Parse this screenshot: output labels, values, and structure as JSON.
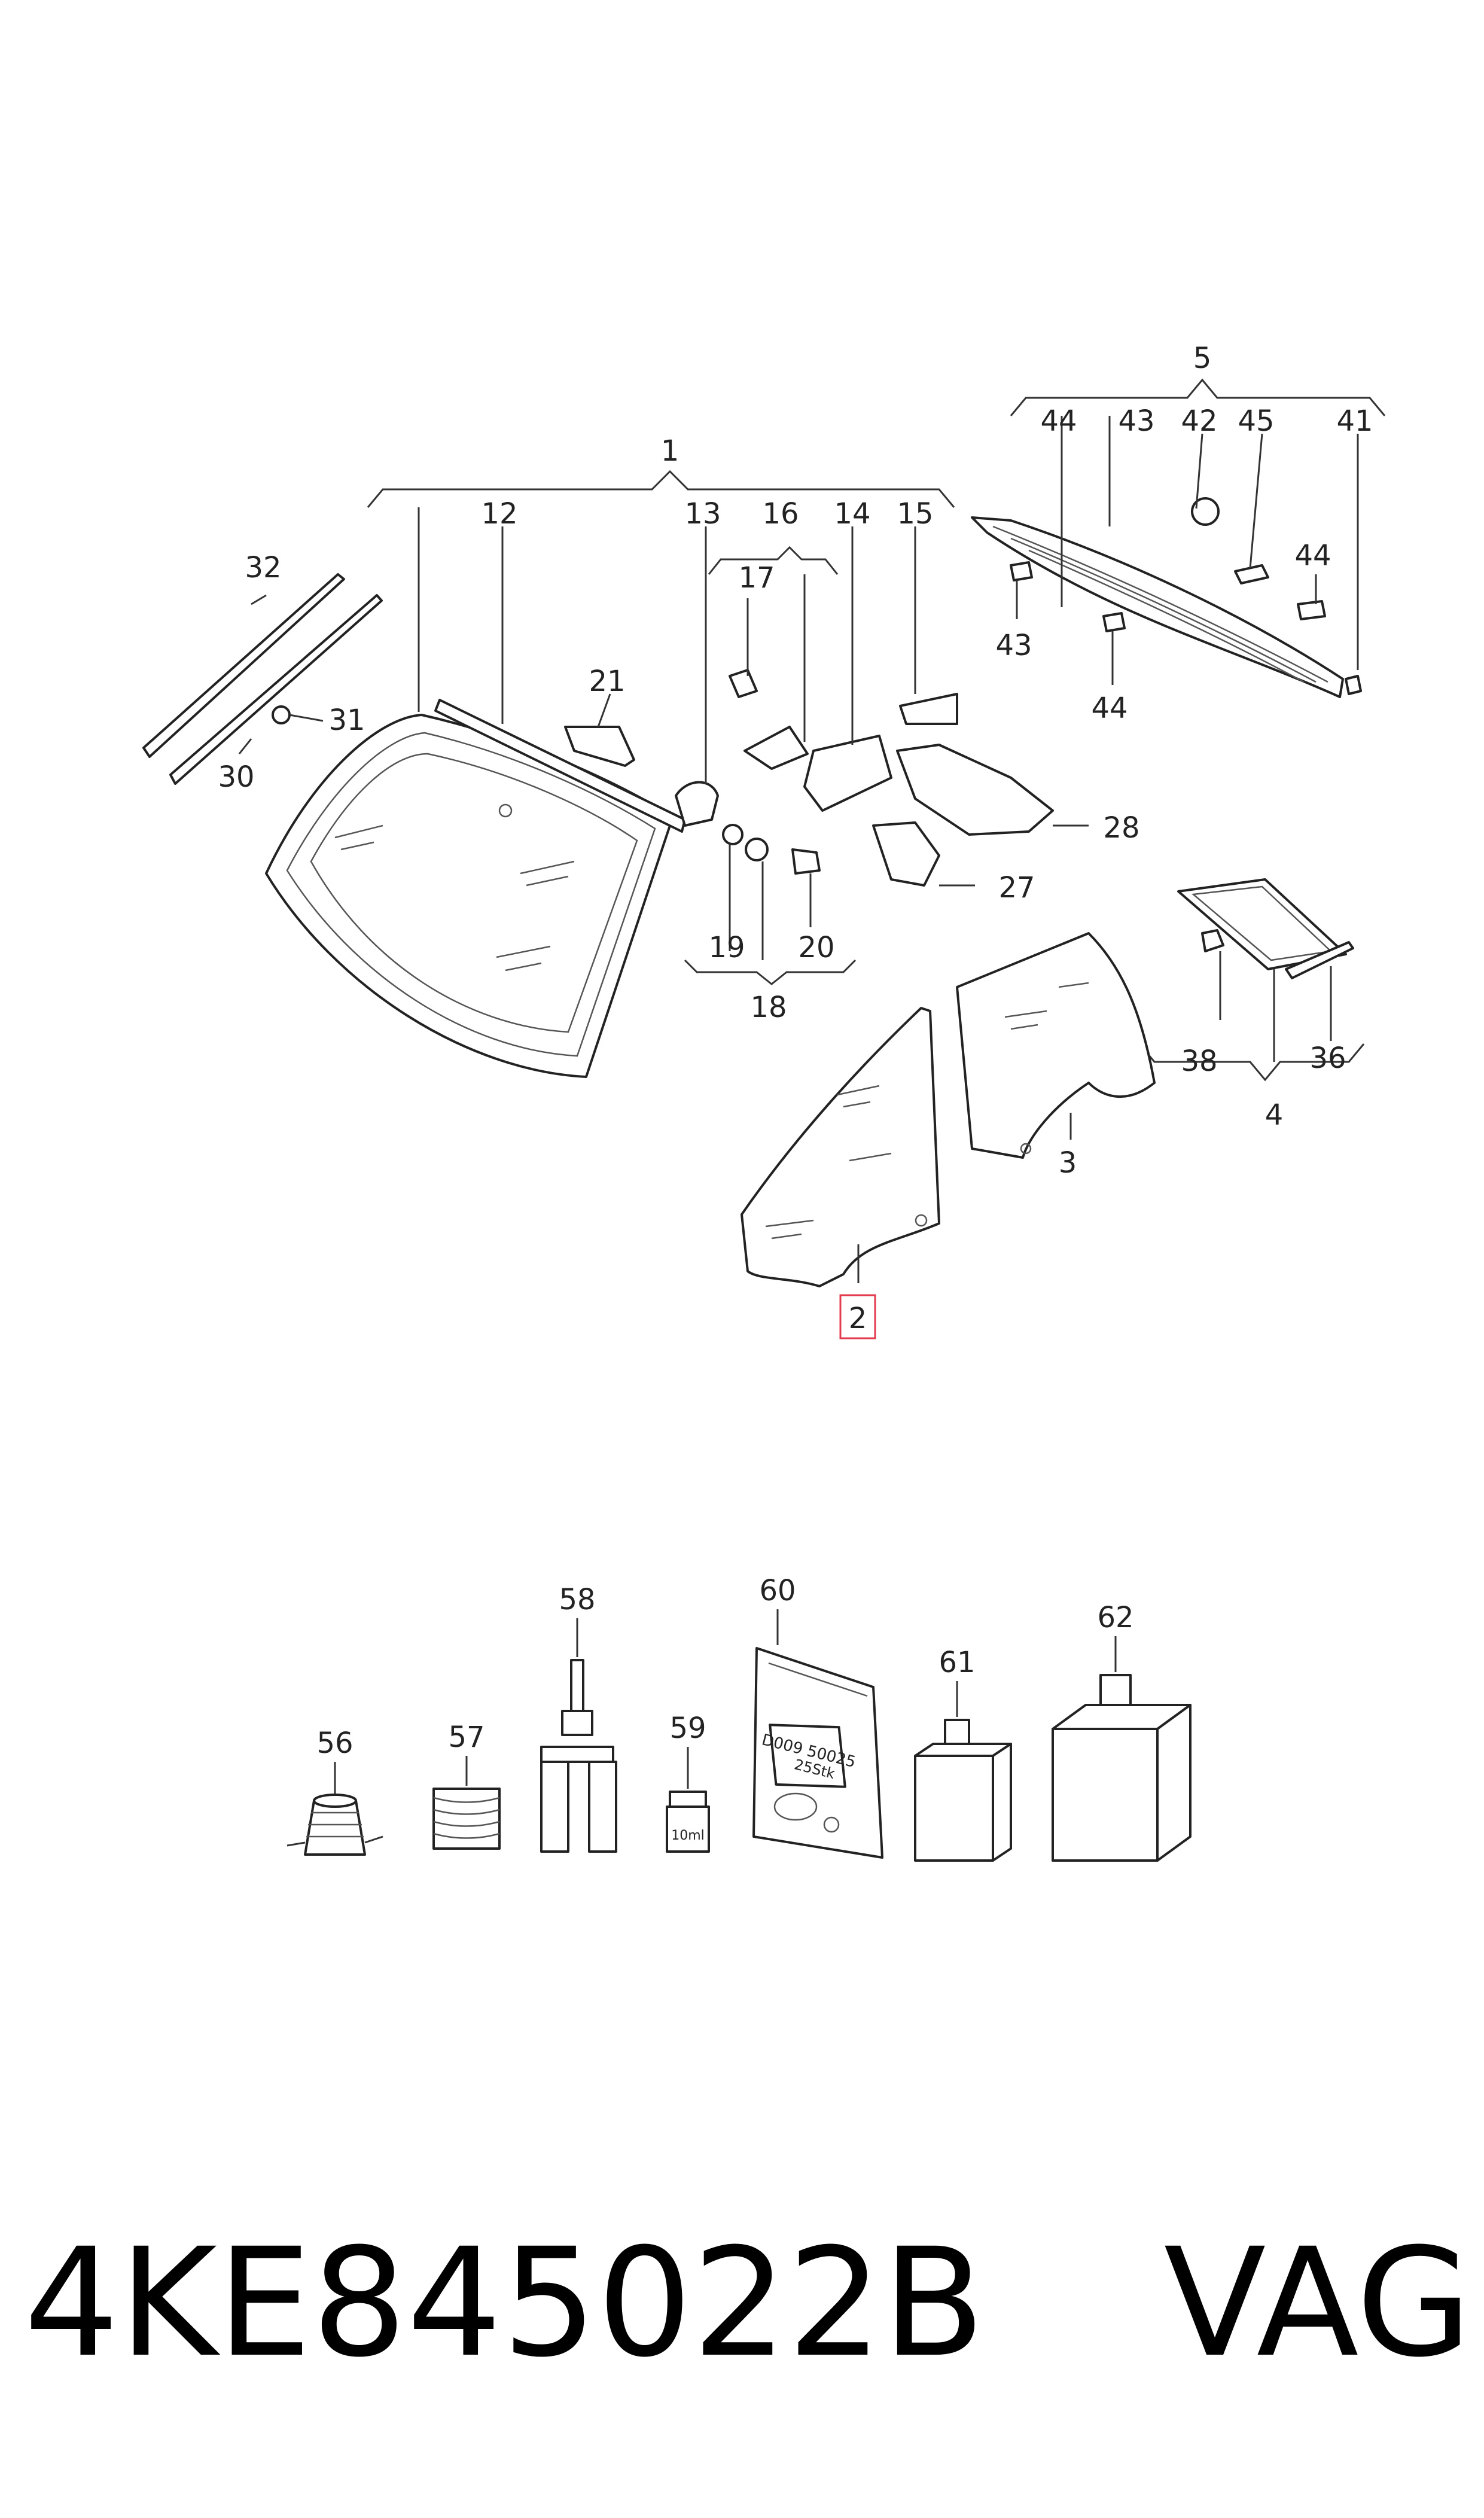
{
  "diagram": {
    "callouts": {
      "c1": "1",
      "c2": "2",
      "c3": "3",
      "c4": "4",
      "c5": "5",
      "c12": "12",
      "c13": "13",
      "c14": "14",
      "c15": "15",
      "c16": "16",
      "c17": "17",
      "c18": "18",
      "c19": "19",
      "c20": "20",
      "c21": "21",
      "c27": "27",
      "c28": "28",
      "c30": "30",
      "c31": "31",
      "c32": "32",
      "c36": "36",
      "c38": "38",
      "c41": "41",
      "c42": "42",
      "c43a": "43",
      "c43b": "43",
      "c44a": "44",
      "c44b": "44",
      "c44c": "44",
      "c45": "45",
      "c56": "56",
      "c57": "57",
      "c58": "58",
      "c59": "59",
      "c60": "60",
      "c61": "61",
      "c62": "62"
    },
    "highlighted_callout": "2",
    "package_labels": {
      "bag_code": "D009 50025",
      "bag_qty": "25Stk",
      "vial_volume": "10ml"
    }
  },
  "caption": {
    "part_number": "4KE845022B",
    "brand": "VAG"
  },
  "colors": {
    "line": "#222222",
    "highlight": "#e23b4e",
    "background": "#ffffff"
  }
}
